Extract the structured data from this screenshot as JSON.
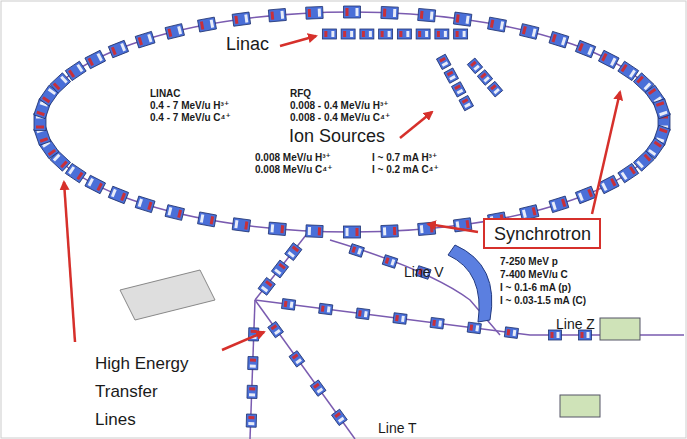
{
  "diagram": {
    "nodes": [
      {
        "text": [
          "Synchrotron"
        ]
      }
    ],
    "labels": [
      "Linac",
      "LINAC",
      "0.4 - 7 MeV/u H³⁺",
      "0.4 - 7 MeV/u C⁴⁺",
      "RFQ",
      "0.008 - 0.4 MeV/u H³⁺",
      "0.008 - 0.4 MeV/u C⁴⁺",
      "Ion Sources",
      "0.008 MeV/u H³⁺",
      "0.008 MeV/u C⁴⁺",
      "I ~ 0.7 mA H³⁺",
      "I ~ 0.2 mA C⁴⁺",
      "7-250 MeV p",
      "7-400 MeV/u C",
      "I ~ 0.1-6 mA (p)",
      "I ~ 0.03-1.5 mA (C)",
      "Line V",
      "Line Z",
      "High Energy Transfer Lines",
      "Line T"
    ]
  }
}
